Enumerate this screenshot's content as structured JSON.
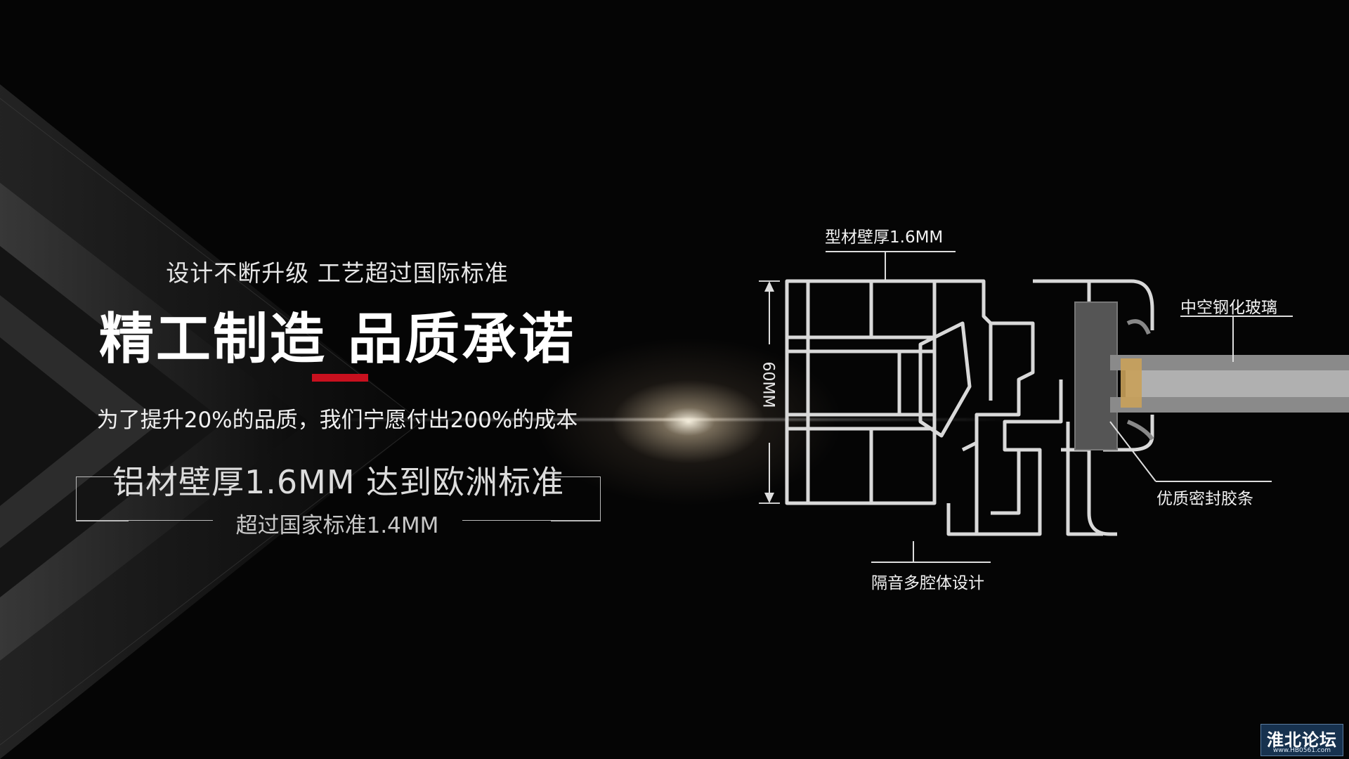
{
  "hero": {
    "subtitle": "设计不断升级 工艺超过国际标准",
    "headline": "精工制造 品质承诺",
    "slogan": "为了提升20%的品质，我们宁愿付出200%的成本",
    "spec_main": "铝材壁厚1.6MM 达到欧洲标准",
    "spec_sub": "超过国家标准1.4MM"
  },
  "diagram": {
    "label_wall_thickness": "型材壁厚1.6MM",
    "label_glass": "中空钢化玻璃",
    "label_seal": "优质密封胶条",
    "label_cavity": "隔音多腔体设计",
    "label_height": "60MM"
  },
  "watermark": {
    "title": "淮北论坛",
    "url": "www.HB0561.com"
  },
  "colors": {
    "accent_red": "#c8101e",
    "background": "#050505"
  }
}
